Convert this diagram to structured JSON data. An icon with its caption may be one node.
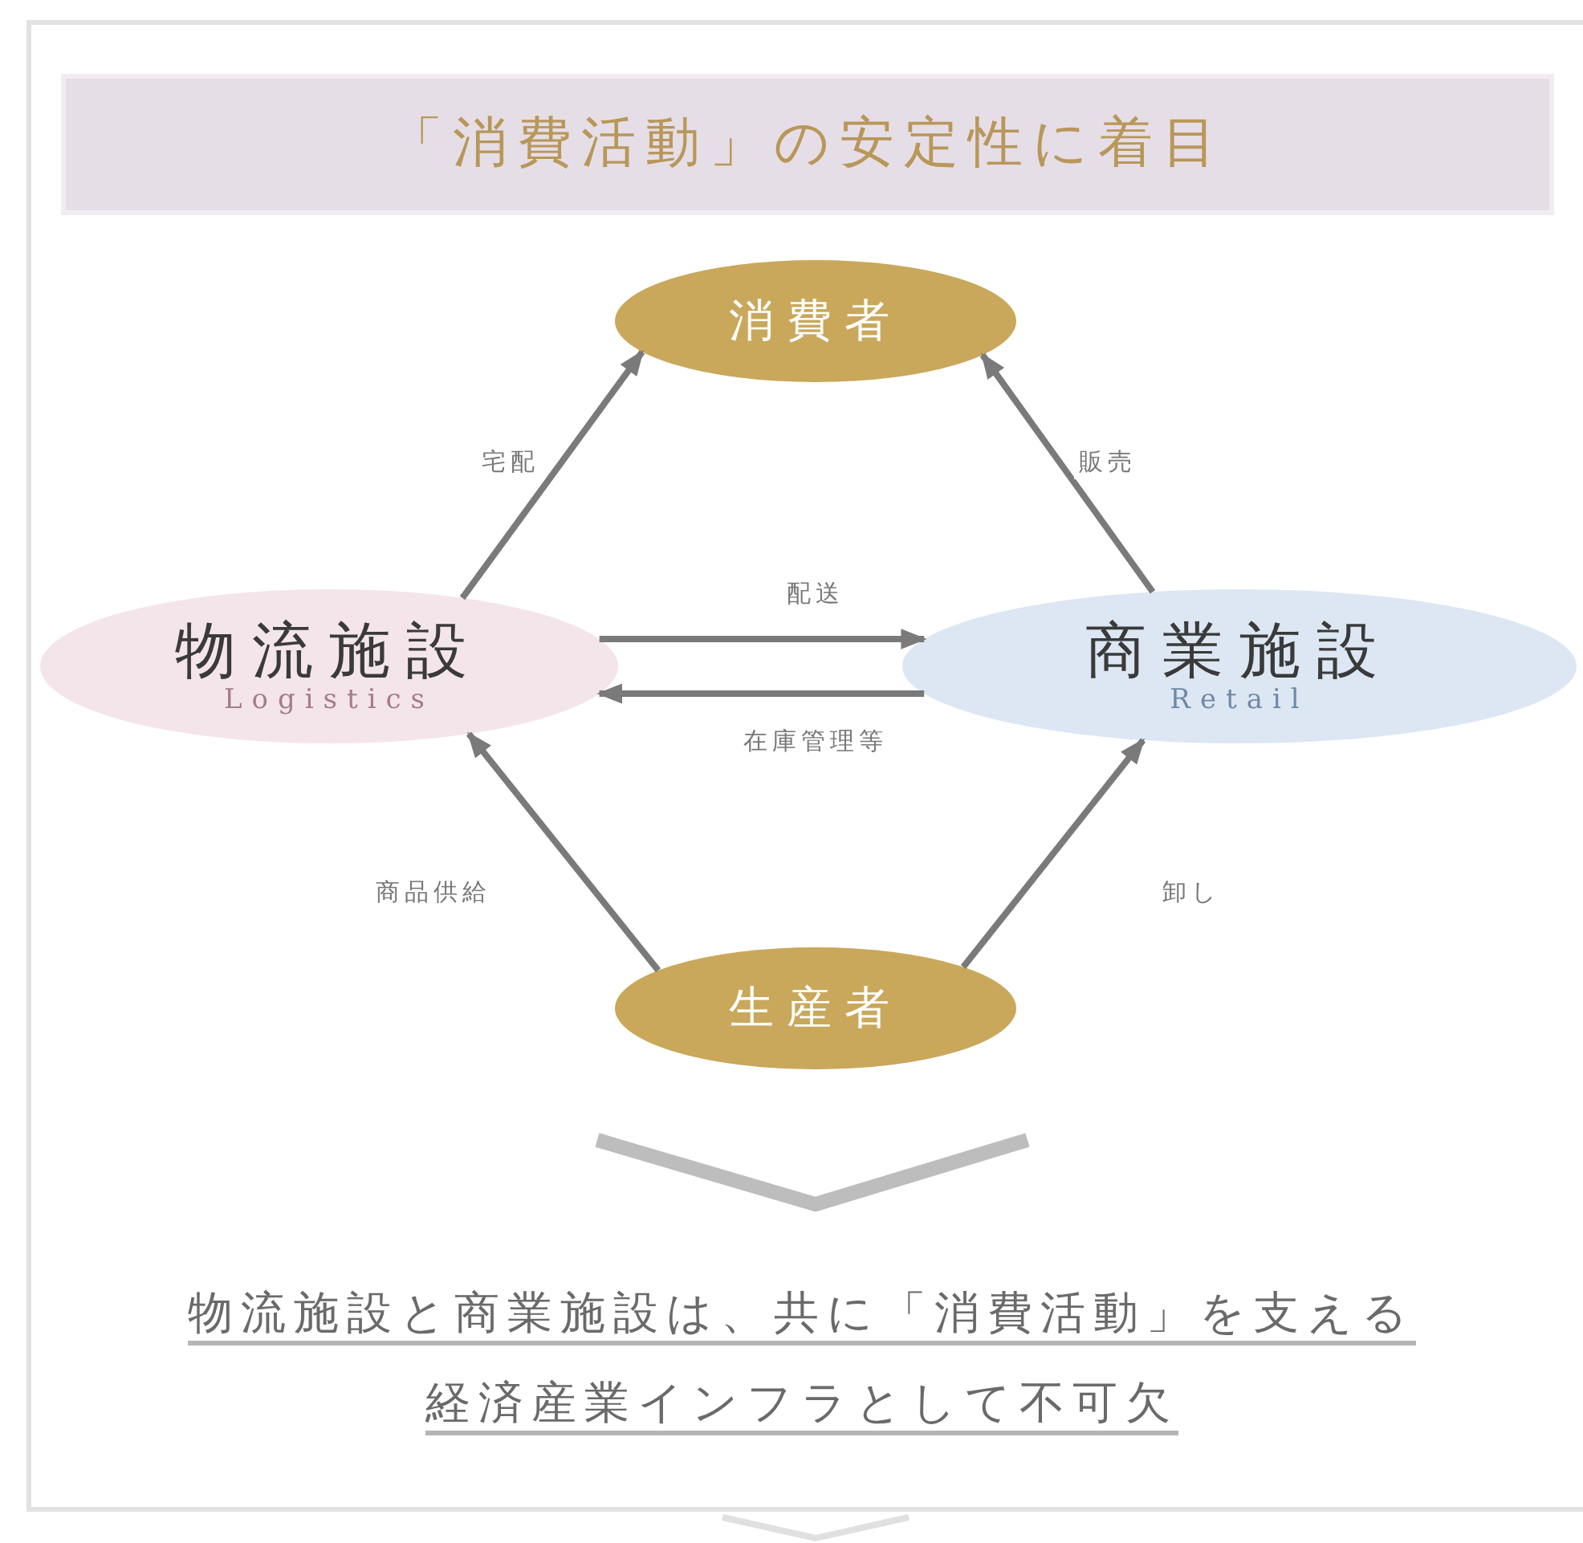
{
  "diagram": {
    "nodes": [
      {
        "text": [
          "「消費活動」の安定性に着目"
        ]
      },
      {
        "text": [
          "消費者"
        ]
      },
      {
        "text": [
          "物流施設",
          "Logistics"
        ]
      },
      {
        "text": [
          "商業施設",
          "Retail"
        ]
      },
      {
        "text": [
          "生産者"
        ]
      }
    ],
    "edges": [
      {
        "from": 2,
        "to": 1,
        "arrow": "to",
        "label": "宅配"
      },
      {
        "from": 3,
        "to": 1,
        "arrow": "to",
        "label": "販売"
      },
      {
        "from": 2,
        "to": 3,
        "arrow": "to",
        "label": "配送"
      },
      {
        "from": 3,
        "to": 2,
        "arrow": "to",
        "label": "在庫管理等"
      },
      {
        "from": 4,
        "to": 2,
        "arrow": "to",
        "label": "商品供給"
      },
      {
        "from": 4,
        "to": 3,
        "arrow": "to",
        "label": "卸し"
      }
    ],
    "labels": [
      "物流施設と商業施設は、共に「消費活動」を支える経済産業インフラとして不可欠"
    ]
  }
}
